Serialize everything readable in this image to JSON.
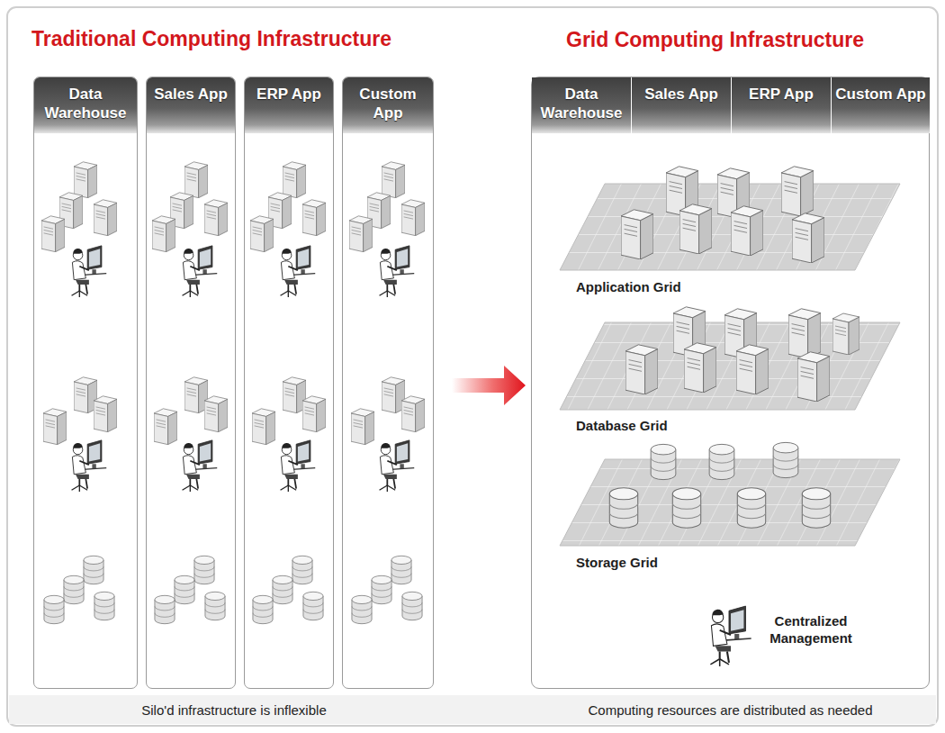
{
  "diagram": {
    "nodes": [
      {
        "text": [
          "Data Warehouse"
        ]
      },
      {
        "text": [
          "Sales App"
        ]
      },
      {
        "text": [
          "ERP App"
        ]
      },
      {
        "text": [
          "Custom App"
        ]
      },
      {
        "text": [
          "Grid Computing Infrastructure"
        ]
      },
      {
        "text": [
          "Data Warehouse"
        ],
        "in": 4
      },
      {
        "text": [
          "Sales App"
        ],
        "in": 4
      },
      {
        "text": [
          "ERP App"
        ],
        "in": 4
      },
      {
        "text": [
          "Custom App"
        ],
        "in": 4
      }
    ],
    "labels": [
      "Traditional Computing Infrastructure",
      "Application Grid",
      "Database Grid",
      "Storage Grid",
      "Centralized Management",
      "Silo'd infrastructure is inflexible",
      "Computing resources are distributed as needed"
    ]
  }
}
